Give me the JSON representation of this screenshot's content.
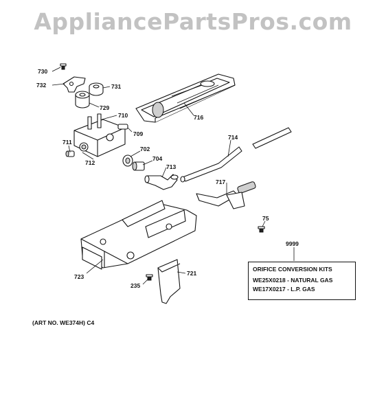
{
  "watermark": "AppliancePartsPros.com",
  "parts": {
    "p730": "730",
    "p732": "732",
    "p731": "731",
    "p729": "729",
    "p710": "710",
    "p709": "709",
    "p716": "716",
    "p711": "711",
    "p712": "712",
    "p702": "702",
    "p704": "704",
    "p713": "713",
    "p714": "714",
    "p717": "717",
    "p75": "75",
    "p9999": "9999",
    "p723": "723",
    "p235": "235",
    "p721": "721"
  },
  "kit": {
    "title": "ORIFICE CONVERSION KITS",
    "rows": [
      {
        "code": "WE25X0218",
        "desc": "NATURAL GAS"
      },
      {
        "code": "WE17X0217",
        "desc": "L.P. GAS"
      }
    ]
  },
  "art_no": "(ART NO. WE374H) C4"
}
